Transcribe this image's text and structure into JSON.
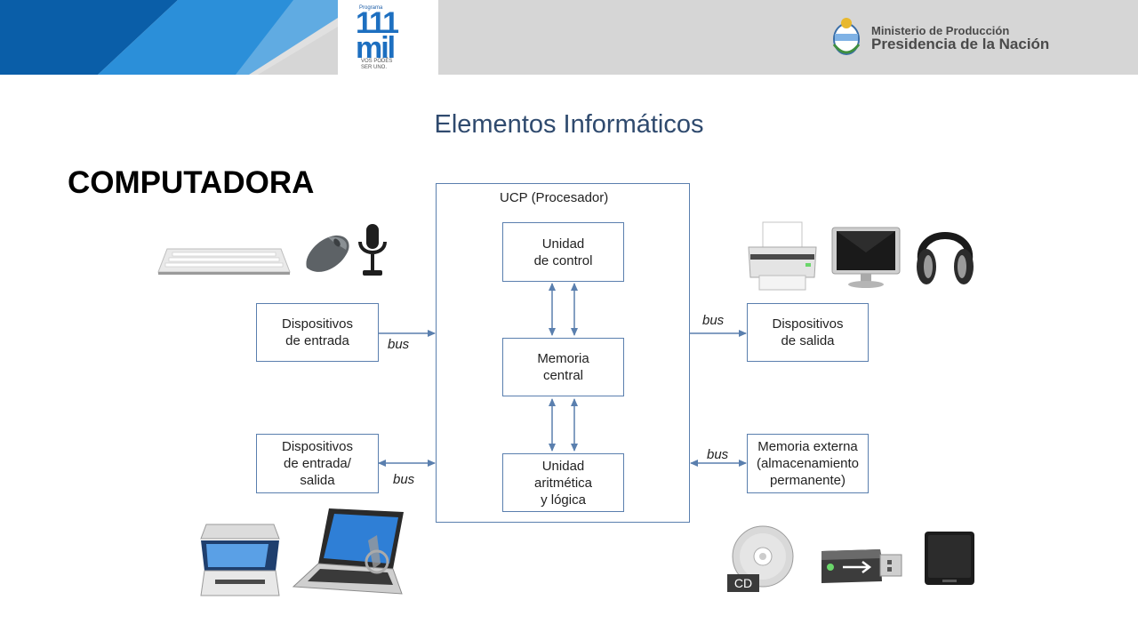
{
  "header": {
    "logo_program": "Programa",
    "logo_number_top": "111",
    "logo_number_bottom": "mil",
    "logo_tagline": "VOS PODÉS\nSER UNO.",
    "ministry_line1": "Ministerio de Producción",
    "ministry_line2": "Presidencia de la Nación",
    "colors": {
      "bar": "#d6d6d6",
      "stripe_dark": "#0a5ea8",
      "stripe_light": "#2b8fd9",
      "accent": "#1d6fc0"
    }
  },
  "slide": {
    "title": "Elementos Informáticos",
    "heading": "COMPUTADORA"
  },
  "diagram": {
    "ucp_label": "UCP (Procesador)",
    "control_unit": "Unidad\nde control",
    "memory": "Memoria\ncentral",
    "alu": "Unidad\naritmética\ny lógica",
    "input_devices": "Dispositivos\nde entrada",
    "io_devices": "Dispositivos\nde entrada/\nsalida",
    "output_devices": "Dispositivos\nde salida",
    "external_memory": "Memoria externa\n(almacenamiento\npermanente)",
    "bus_label": "bus",
    "colors": {
      "border": "#5a7fae",
      "arrow": "#5a7fae"
    }
  },
  "icons": {
    "input": [
      "keyboard-icon",
      "mouse-icon",
      "microphone-icon"
    ],
    "output": [
      "printer-icon",
      "monitor-icon",
      "headphones-icon"
    ],
    "io": [
      "scanner-icon",
      "laptop-touch-icon"
    ],
    "storage": [
      "cd-icon",
      "usb-drive-icon",
      "external-hard-drive-icon"
    ],
    "cd_label": "CD"
  }
}
